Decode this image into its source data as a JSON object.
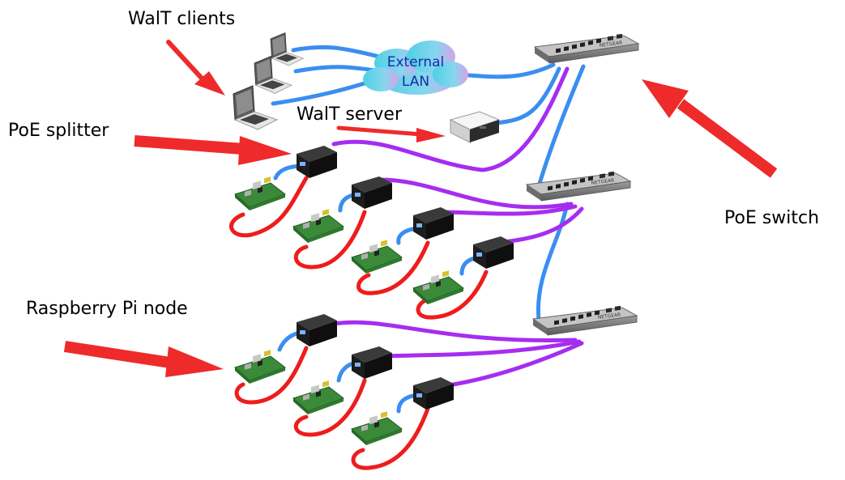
{
  "labels": {
    "walt_clients": "WalT clients",
    "poe_splitter": "PoE splitter",
    "walt_server": "WalT server",
    "poe_switch": "PoE switch",
    "raspberry_pi_node": "Raspberry Pi node",
    "lan_line1": "External",
    "lan_line2": "LAN",
    "switch_brand": "NETGEAR"
  },
  "colors": {
    "arrow": "#ee2a2a",
    "ethernet": "#3b8ef0",
    "poe_cable": "#a62df0",
    "power_cable": "#ee1c1c",
    "cloud": "#63d7e6",
    "lan_text": "#1a2aa8",
    "switch_body": "#7a7a7a",
    "splitter_body": "#141414",
    "pi_board": "#3b8a3a"
  },
  "icons": {
    "client": "laptop-icon",
    "server": "mini-pc-icon",
    "switch": "network-switch-icon",
    "splitter": "poe-splitter-icon",
    "node": "raspberry-pi-board-icon",
    "cloud": "cloud-icon"
  }
}
